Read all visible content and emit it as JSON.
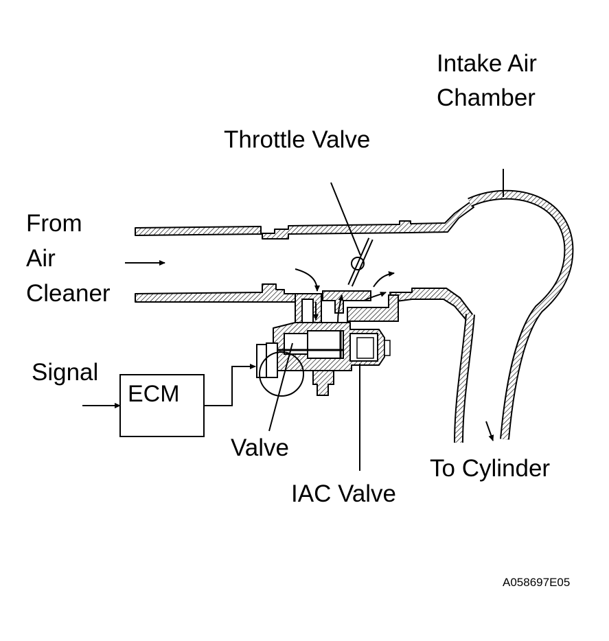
{
  "labels": {
    "intake_air_line1": "Intake Air",
    "intake_air_line2": "Chamber",
    "throttle_valve": "Throttle Valve",
    "from_line1": "From",
    "from_line2": "Air",
    "from_line3": "Cleaner",
    "signal": "Signal",
    "ecm": "ECM",
    "valve": "Valve",
    "iac_valve": "IAC Valve",
    "to_cylinder": "To Cylinder",
    "figure_code": "A058697E05"
  },
  "colors": {
    "line": "#000000",
    "background": "#ffffff"
  }
}
